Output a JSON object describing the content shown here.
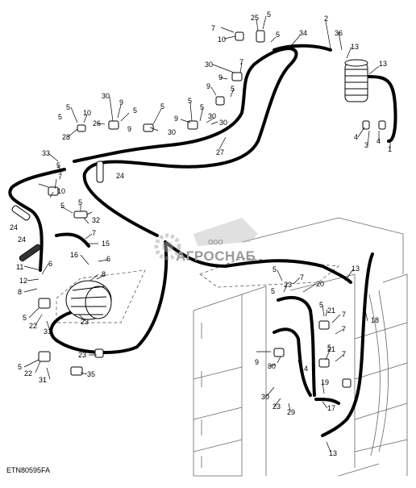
{
  "diagram": {
    "figure_code": "ETN80595FA",
    "watermark": {
      "brand": "АГРОСНАБ",
      "prefix": "ООО"
    },
    "callouts": [
      {
        "id": "c1",
        "label": "7"
      },
      {
        "id": "c2",
        "label": "25"
      },
      {
        "id": "c3",
        "label": "5"
      },
      {
        "id": "c4",
        "label": "10"
      },
      {
        "id": "c5",
        "label": "5"
      },
      {
        "id": "c6",
        "label": "34"
      },
      {
        "id": "c7",
        "label": "2"
      },
      {
        "id": "c8",
        "label": "36"
      },
      {
        "id": "c9",
        "label": "13"
      },
      {
        "id": "c10",
        "label": "30"
      },
      {
        "id": "c11",
        "label": "7"
      },
      {
        "id": "c12",
        "label": "13"
      },
      {
        "id": "c13",
        "label": "9"
      },
      {
        "id": "c14",
        "label": "9"
      },
      {
        "id": "c15",
        "label": "5"
      },
      {
        "id": "c16",
        "label": "30"
      },
      {
        "id": "c17",
        "label": "9"
      },
      {
        "id": "c18",
        "label": "5"
      },
      {
        "id": "c19",
        "label": "5"
      },
      {
        "id": "c20",
        "label": "5"
      },
      {
        "id": "c21",
        "label": "10"
      },
      {
        "id": "c22",
        "label": "26"
      },
      {
        "id": "c23",
        "label": "28"
      },
      {
        "id": "c24",
        "label": "5"
      },
      {
        "id": "c25",
        "label": "9"
      },
      {
        "id": "c26",
        "label": "30"
      },
      {
        "id": "c27",
        "label": "5"
      },
      {
        "id": "c28",
        "label": "9"
      },
      {
        "id": "c29",
        "label": "5"
      },
      {
        "id": "c30",
        "label": "30"
      },
      {
        "id": "c31",
        "label": "30"
      },
      {
        "id": "c32",
        "label": "27"
      },
      {
        "id": "c33",
        "label": "4"
      },
      {
        "id": "c34",
        "label": "3"
      },
      {
        "id": "c35",
        "label": "4"
      },
      {
        "id": "c36",
        "label": "1"
      },
      {
        "id": "c37",
        "label": "33"
      },
      {
        "id": "c38",
        "label": "5"
      },
      {
        "id": "c39",
        "label": "24"
      },
      {
        "id": "c40",
        "label": "7"
      },
      {
        "id": "c41",
        "label": "10"
      },
      {
        "id": "c42",
        "label": "5"
      },
      {
        "id": "c43",
        "label": "5"
      },
      {
        "id": "c44",
        "label": "32"
      },
      {
        "id": "c45",
        "label": "24"
      },
      {
        "id": "c46",
        "label": "7"
      },
      {
        "id": "c47",
        "label": "24"
      },
      {
        "id": "c48",
        "label": "15"
      },
      {
        "id": "c49",
        "label": "16"
      },
      {
        "id": "c50",
        "label": "6"
      },
      {
        "id": "c51",
        "label": "11"
      },
      {
        "id": "c52",
        "label": "6"
      },
      {
        "id": "c53",
        "label": "8"
      },
      {
        "id": "c54",
        "label": "12"
      },
      {
        "id": "c55",
        "label": "8"
      },
      {
        "id": "c56",
        "label": "5"
      },
      {
        "id": "c57",
        "label": "22"
      },
      {
        "id": "c58",
        "label": "31"
      },
      {
        "id": "c59",
        "label": "23"
      },
      {
        "id": "c60",
        "label": "23"
      },
      {
        "id": "c61",
        "label": "5"
      },
      {
        "id": "c62",
        "label": "22"
      },
      {
        "id": "c63",
        "label": "31"
      },
      {
        "id": "c64",
        "label": "35"
      },
      {
        "id": "c65",
        "label": "13"
      },
      {
        "id": "c66",
        "label": "5"
      },
      {
        "id": "c67",
        "label": "7"
      },
      {
        "id": "c68",
        "label": "23"
      },
      {
        "id": "c69",
        "label": "20"
      },
      {
        "id": "c70",
        "label": "5"
      },
      {
        "id": "c71",
        "label": "5"
      },
      {
        "id": "c72",
        "label": "21"
      },
      {
        "id": "c73",
        "label": "7"
      },
      {
        "id": "c74",
        "label": "7"
      },
      {
        "id": "c75",
        "label": "18"
      },
      {
        "id": "c76",
        "label": "5"
      },
      {
        "id": "c77",
        "label": "21"
      },
      {
        "id": "c78",
        "label": "7"
      },
      {
        "id": "c79",
        "label": "9"
      },
      {
        "id": "c80",
        "label": "30"
      },
      {
        "id": "c81",
        "label": "14"
      },
      {
        "id": "c82",
        "label": "19"
      },
      {
        "id": "c83",
        "label": "30"
      },
      {
        "id": "c84",
        "label": "17"
      },
      {
        "id": "c85",
        "label": "23"
      },
      {
        "id": "c86",
        "label": "29"
      },
      {
        "id": "c87",
        "label": "13"
      }
    ]
  }
}
